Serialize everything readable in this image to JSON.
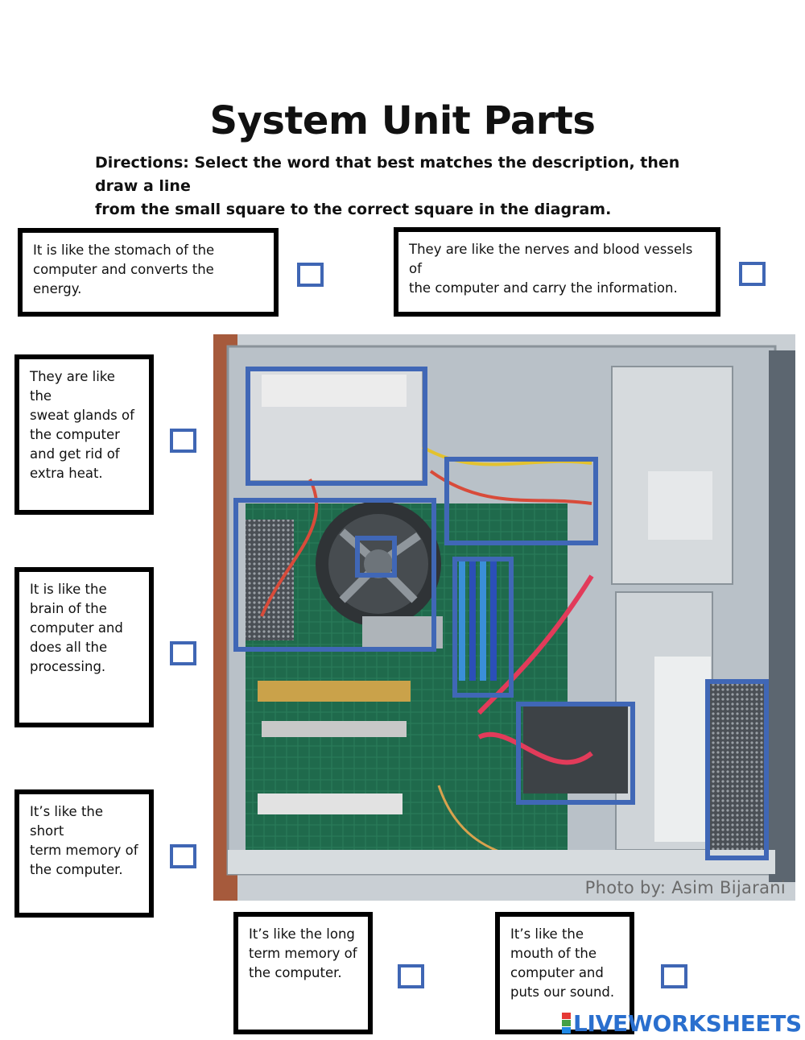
{
  "title": "System Unit Parts",
  "directions": {
    "line1": "Directions: Select the word that best matches the description, then draw a line",
    "line2": "from the small square to the correct square in the diagram."
  },
  "clues": [
    {
      "id": "stomach",
      "lines": [
        "It is like the stomach of the",
        "computer and converts the energy."
      ]
    },
    {
      "id": "nerves",
      "lines": [
        "They are like the nerves and blood vessels of",
        "the computer and carry the information."
      ]
    },
    {
      "id": "sweat",
      "lines": [
        "They are like the",
        "sweat glands of",
        "the computer",
        "and get rid of",
        "extra heat."
      ]
    },
    {
      "id": "brain",
      "lines": [
        "It is like the",
        "brain of the",
        "computer and",
        "does all the",
        "processing."
      ]
    },
    {
      "id": "short-term",
      "lines": [
        "It’s like the short",
        "term memory of",
        "the computer."
      ]
    },
    {
      "id": "long-term",
      "lines": [
        "It’s like the long",
        "term memory of",
        "the computer."
      ]
    },
    {
      "id": "mouth",
      "lines": [
        "It’s like the",
        "mouth of the",
        "computer and",
        "puts our sound."
      ]
    }
  ],
  "photo": {
    "credit": "Photo by: Asim Bijarani",
    "target_color": "#4067b6"
  },
  "brand": {
    "name": "LIVEWORKSHEETS",
    "color": "#2a6fce"
  },
  "colors": {
    "answer_square": "#3f66b4",
    "clue_border": "#000000"
  }
}
